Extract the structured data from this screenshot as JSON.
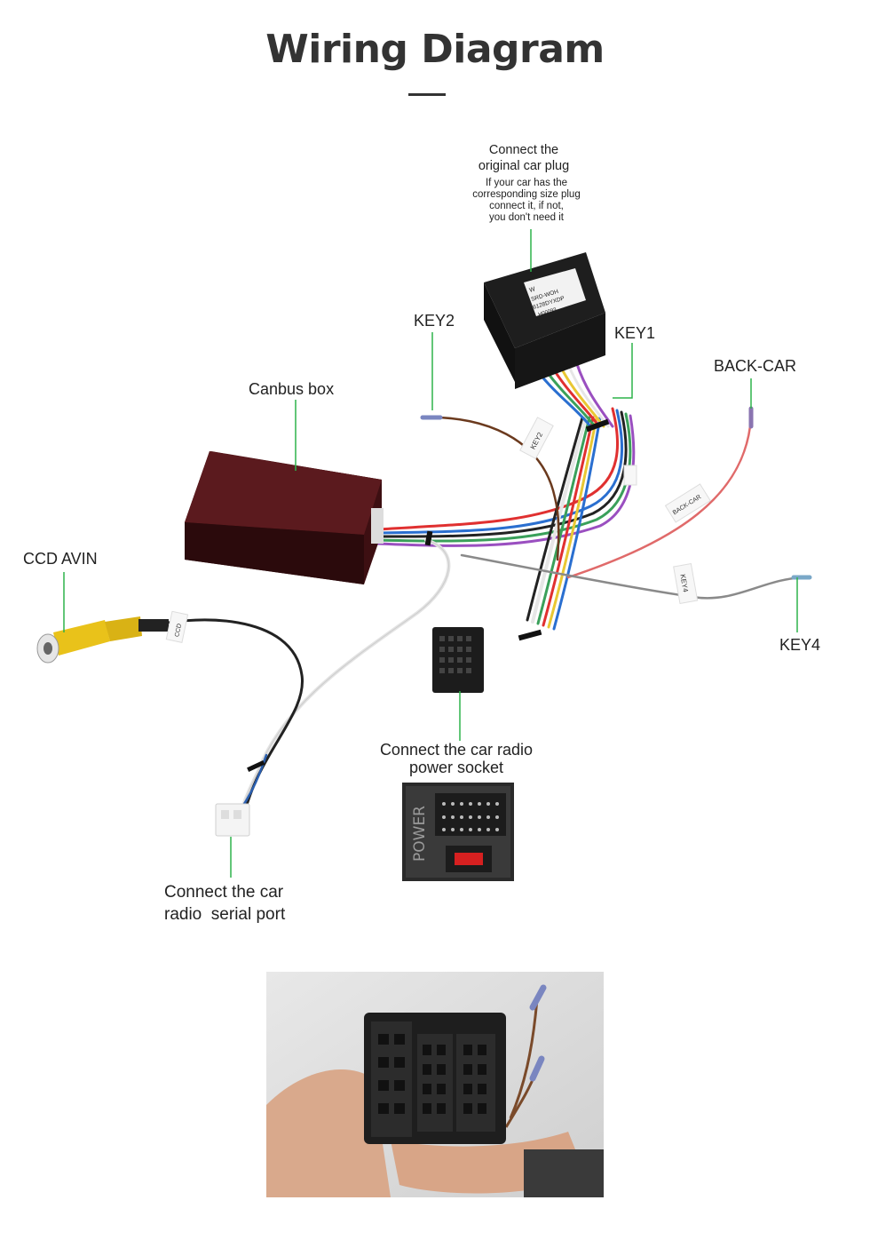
{
  "title": "Wiring Diagram",
  "accent_color": "#2db34a",
  "labels": {
    "original_plug": "Connect the\noriginal car plug",
    "original_plug_note": "If your car has the\ncorresponding size plug\nconnect it, if not,\nyou don't need it",
    "key2": "KEY2",
    "key1": "KEY1",
    "back_car": "BACK-CAR",
    "canbus_box": "Canbus box",
    "ccd_avin": "CCD AVIN",
    "key4": "KEY4",
    "power_socket": "Connect the car radio\npower socket",
    "serial_port": "Connect the car\nradio  serial port"
  },
  "connector_text": {
    "plug_tag_line1": "W",
    "plug_tag_line2": "SRD-WOH",
    "plug_tag_line3": "6128DYXDP",
    "plug_tag_line4": "H00093",
    "power_panel": "POWER",
    "key2_tag": "KEY2",
    "back_car_tag": "BACK-CAR",
    "key4_tag": "KEY4",
    "ccd_tag": "CCD"
  }
}
